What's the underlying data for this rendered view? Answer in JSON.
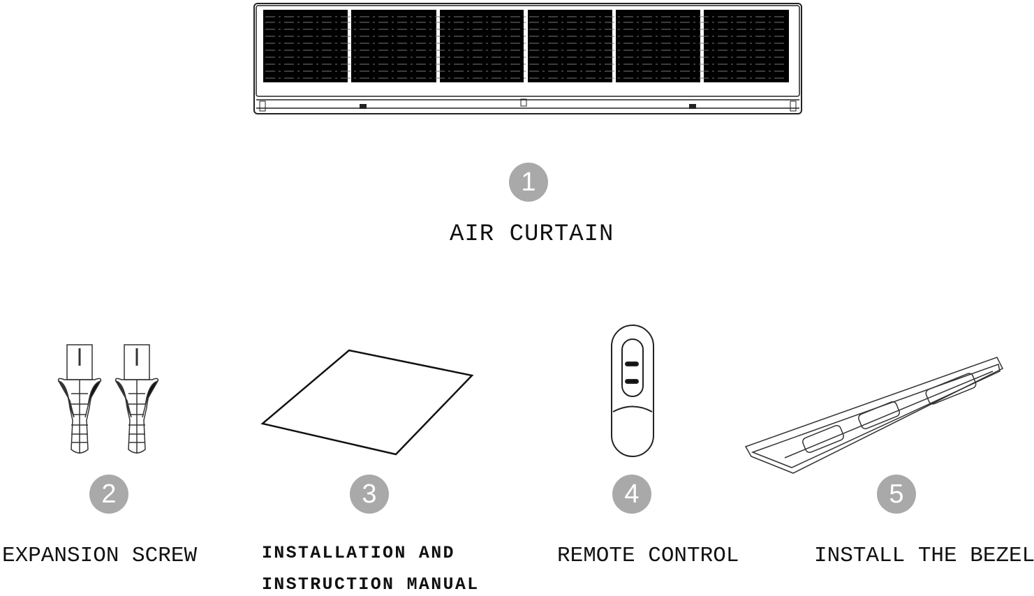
{
  "items": [
    {
      "number": "1",
      "label": "AIR CURTAIN",
      "icon": "air-curtain-icon"
    },
    {
      "number": "2",
      "label": "EXPANSION SCREW",
      "icon": "expansion-screw-icon"
    },
    {
      "number": "3",
      "label_line1": "INSTALLATION AND",
      "label_line2": "INSTRUCTION MANUAL",
      "icon": "manual-icon"
    },
    {
      "number": "4",
      "label": "REMOTE CONTROL",
      "icon": "remote-control-icon"
    },
    {
      "number": "5",
      "label": "INSTALL THE BEZEL",
      "icon": "bezel-icon"
    }
  ],
  "colors": {
    "badge": "#a9a9a9",
    "line": "#111111"
  }
}
